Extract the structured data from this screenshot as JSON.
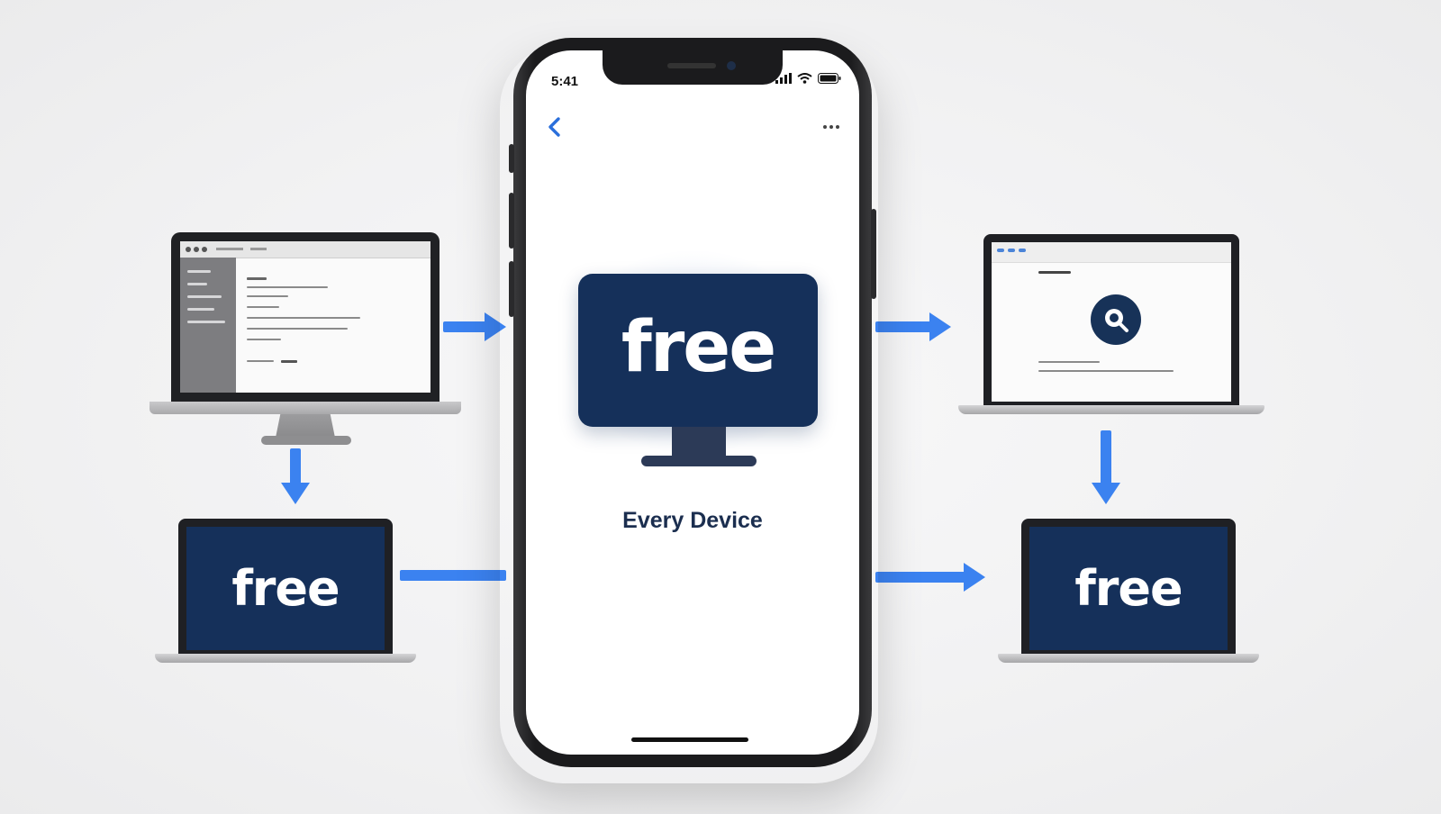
{
  "phone": {
    "status_time": "5:41",
    "app_logo_text": "free",
    "tagline": "Every Device",
    "icons": {
      "back": "chevron-left-icon",
      "more": "more-dots-icon",
      "signal": "cellular-signal-icon",
      "wifi": "wifi-icon",
      "battery": "battery-icon"
    }
  },
  "devices": {
    "laptop_bottom_left": {
      "screen_text": "free"
    },
    "laptop_bottom_right": {
      "screen_text": "free"
    },
    "laptop_top_right": {
      "icon": "search-magnifier-icon"
    }
  },
  "colors": {
    "brand_navy": "#15305a",
    "arrow_blue": "#3b82f0",
    "background": "#f1f1f2"
  }
}
